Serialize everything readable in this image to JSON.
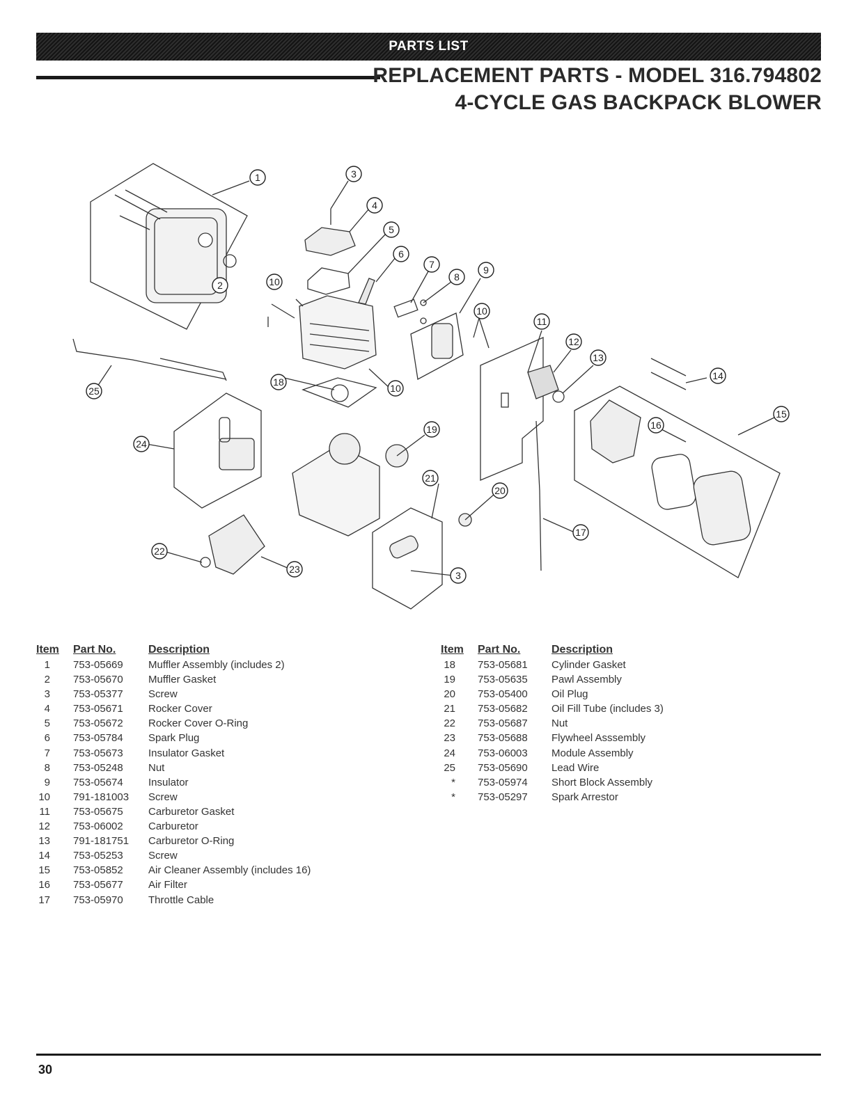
{
  "header": {
    "banner": "PARTS LIST",
    "title_line1": "REPLACEMENT PARTS - MODEL 316.794802",
    "title_line2": "4-CYCLE GAS BACKPACK BLOWER"
  },
  "diagram": {
    "callouts": [
      "1",
      "2",
      "3",
      "4",
      "5",
      "6",
      "7",
      "8",
      "9",
      "10",
      "10",
      "10",
      "11",
      "12",
      "13",
      "14",
      "15",
      "16",
      "17",
      "18",
      "19",
      "20",
      "21",
      "22",
      "23",
      "24",
      "25",
      "3"
    ]
  },
  "table_headers": {
    "item": "Item",
    "part": "Part No.",
    "desc": "Description"
  },
  "parts_left": [
    {
      "item": "1",
      "part": "753-05669",
      "desc": "Muffler Assembly (includes 2)"
    },
    {
      "item": "2",
      "part": "753-05670",
      "desc": "Muffler Gasket"
    },
    {
      "item": "3",
      "part": "753-05377",
      "desc": "Screw"
    },
    {
      "item": "4",
      "part": "753-05671",
      "desc": "Rocker Cover"
    },
    {
      "item": "5",
      "part": "753-05672",
      "desc": "Rocker Cover O-Ring"
    },
    {
      "item": "6",
      "part": "753-05784",
      "desc": "Spark Plug"
    },
    {
      "item": "7",
      "part": "753-05673",
      "desc": "Insulator Gasket"
    },
    {
      "item": "8",
      "part": "753-05248",
      "desc": "Nut"
    },
    {
      "item": "9",
      "part": "753-05674",
      "desc": "Insulator"
    },
    {
      "item": "10",
      "part": "791-181003",
      "desc": "Screw"
    },
    {
      "item": "11",
      "part": "753-05675",
      "desc": "Carburetor Gasket"
    },
    {
      "item": "12",
      "part": "753-06002",
      "desc": "Carburetor"
    },
    {
      "item": "13",
      "part": "791-181751",
      "desc": "Carburetor O-Ring"
    },
    {
      "item": "14",
      "part": "753-05253",
      "desc": "Screw"
    },
    {
      "item": "15",
      "part": "753-05852",
      "desc": "Air Cleaner Assembly (includes 16)"
    },
    {
      "item": "16",
      "part": "753-05677",
      "desc": "Air Filter"
    },
    {
      "item": "17",
      "part": "753-05970",
      "desc": "Throttle Cable"
    }
  ],
  "parts_right": [
    {
      "item": "18",
      "part": "753-05681",
      "desc": "Cylinder Gasket"
    },
    {
      "item": "19",
      "part": "753-05635",
      "desc": "Pawl Assembly"
    },
    {
      "item": "20",
      "part": "753-05400",
      "desc": "Oil Plug"
    },
    {
      "item": "21",
      "part": "753-05682",
      "desc": "Oil Fill Tube (includes 3)"
    },
    {
      "item": "22",
      "part": "753-05687",
      "desc": "Nut"
    },
    {
      "item": "23",
      "part": "753-05688",
      "desc": "Flywheel Asssembly"
    },
    {
      "item": "24",
      "part": "753-06003",
      "desc": "Module Assembly"
    },
    {
      "item": "25",
      "part": "753-05690",
      "desc": "Lead Wire"
    },
    {
      "item": "*",
      "part": "753-05974",
      "desc": "Short Block Assembly"
    },
    {
      "item": "*",
      "part": "753-05297",
      "desc": "Spark Arrestor"
    }
  ],
  "footer": {
    "page_number": "30"
  }
}
